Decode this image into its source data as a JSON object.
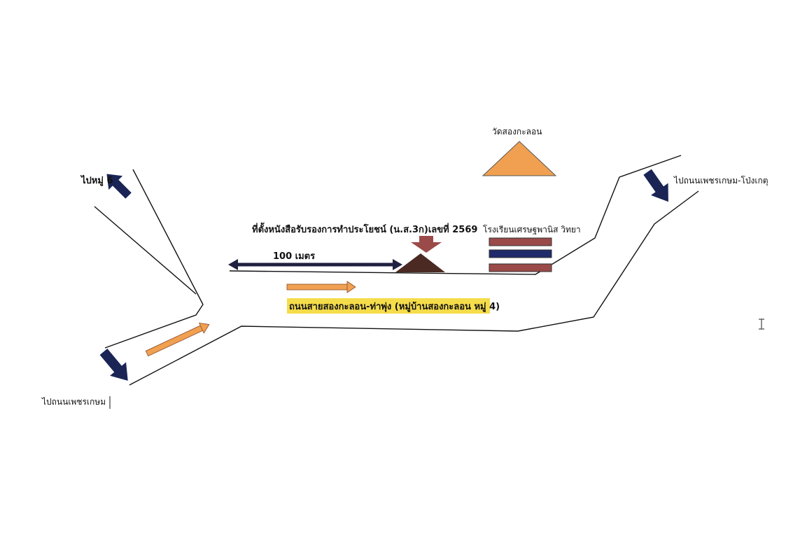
{
  "labels": {
    "to_village_6": "ไปหมู่ 6",
    "to_phetkasem": "ไปถนนเพชรเกษม",
    "to_phetkasem_pong_ket": "ไปถนนเพชรเกษม-โป่งเกตุ",
    "temple": "วัดสองกะลอน",
    "school": "โรงเรียนเศรษฐพานิส วิทยา",
    "property": "ที่ตั้งหนังสือรับรองการทำประโยชน์ (น.ส.3ก)เลขที่ 2569",
    "distance": "100 เมตร",
    "road": "ถนนสายสองกะลอน-ท่าพุ่ง (หมู่บ้านสองกะลอน หมู่ 4)"
  },
  "icons": {
    "temple": "orange-triangle",
    "property": "dark-brown-triangle",
    "school": "striped-flag",
    "direction": "navy-arrow"
  },
  "colors": {
    "road_line": "#111111",
    "temple": "#f0a050",
    "property": "#4a2a22",
    "pointer": "#9a4a48",
    "school_red": "#9a4a48",
    "school_blue": "#1e2a6a",
    "direction_arrow": "#1a2555",
    "orange_arrow": "#f0a050",
    "road_label_bg": "#f5dc4a",
    "distance_arrow": "#202040"
  }
}
